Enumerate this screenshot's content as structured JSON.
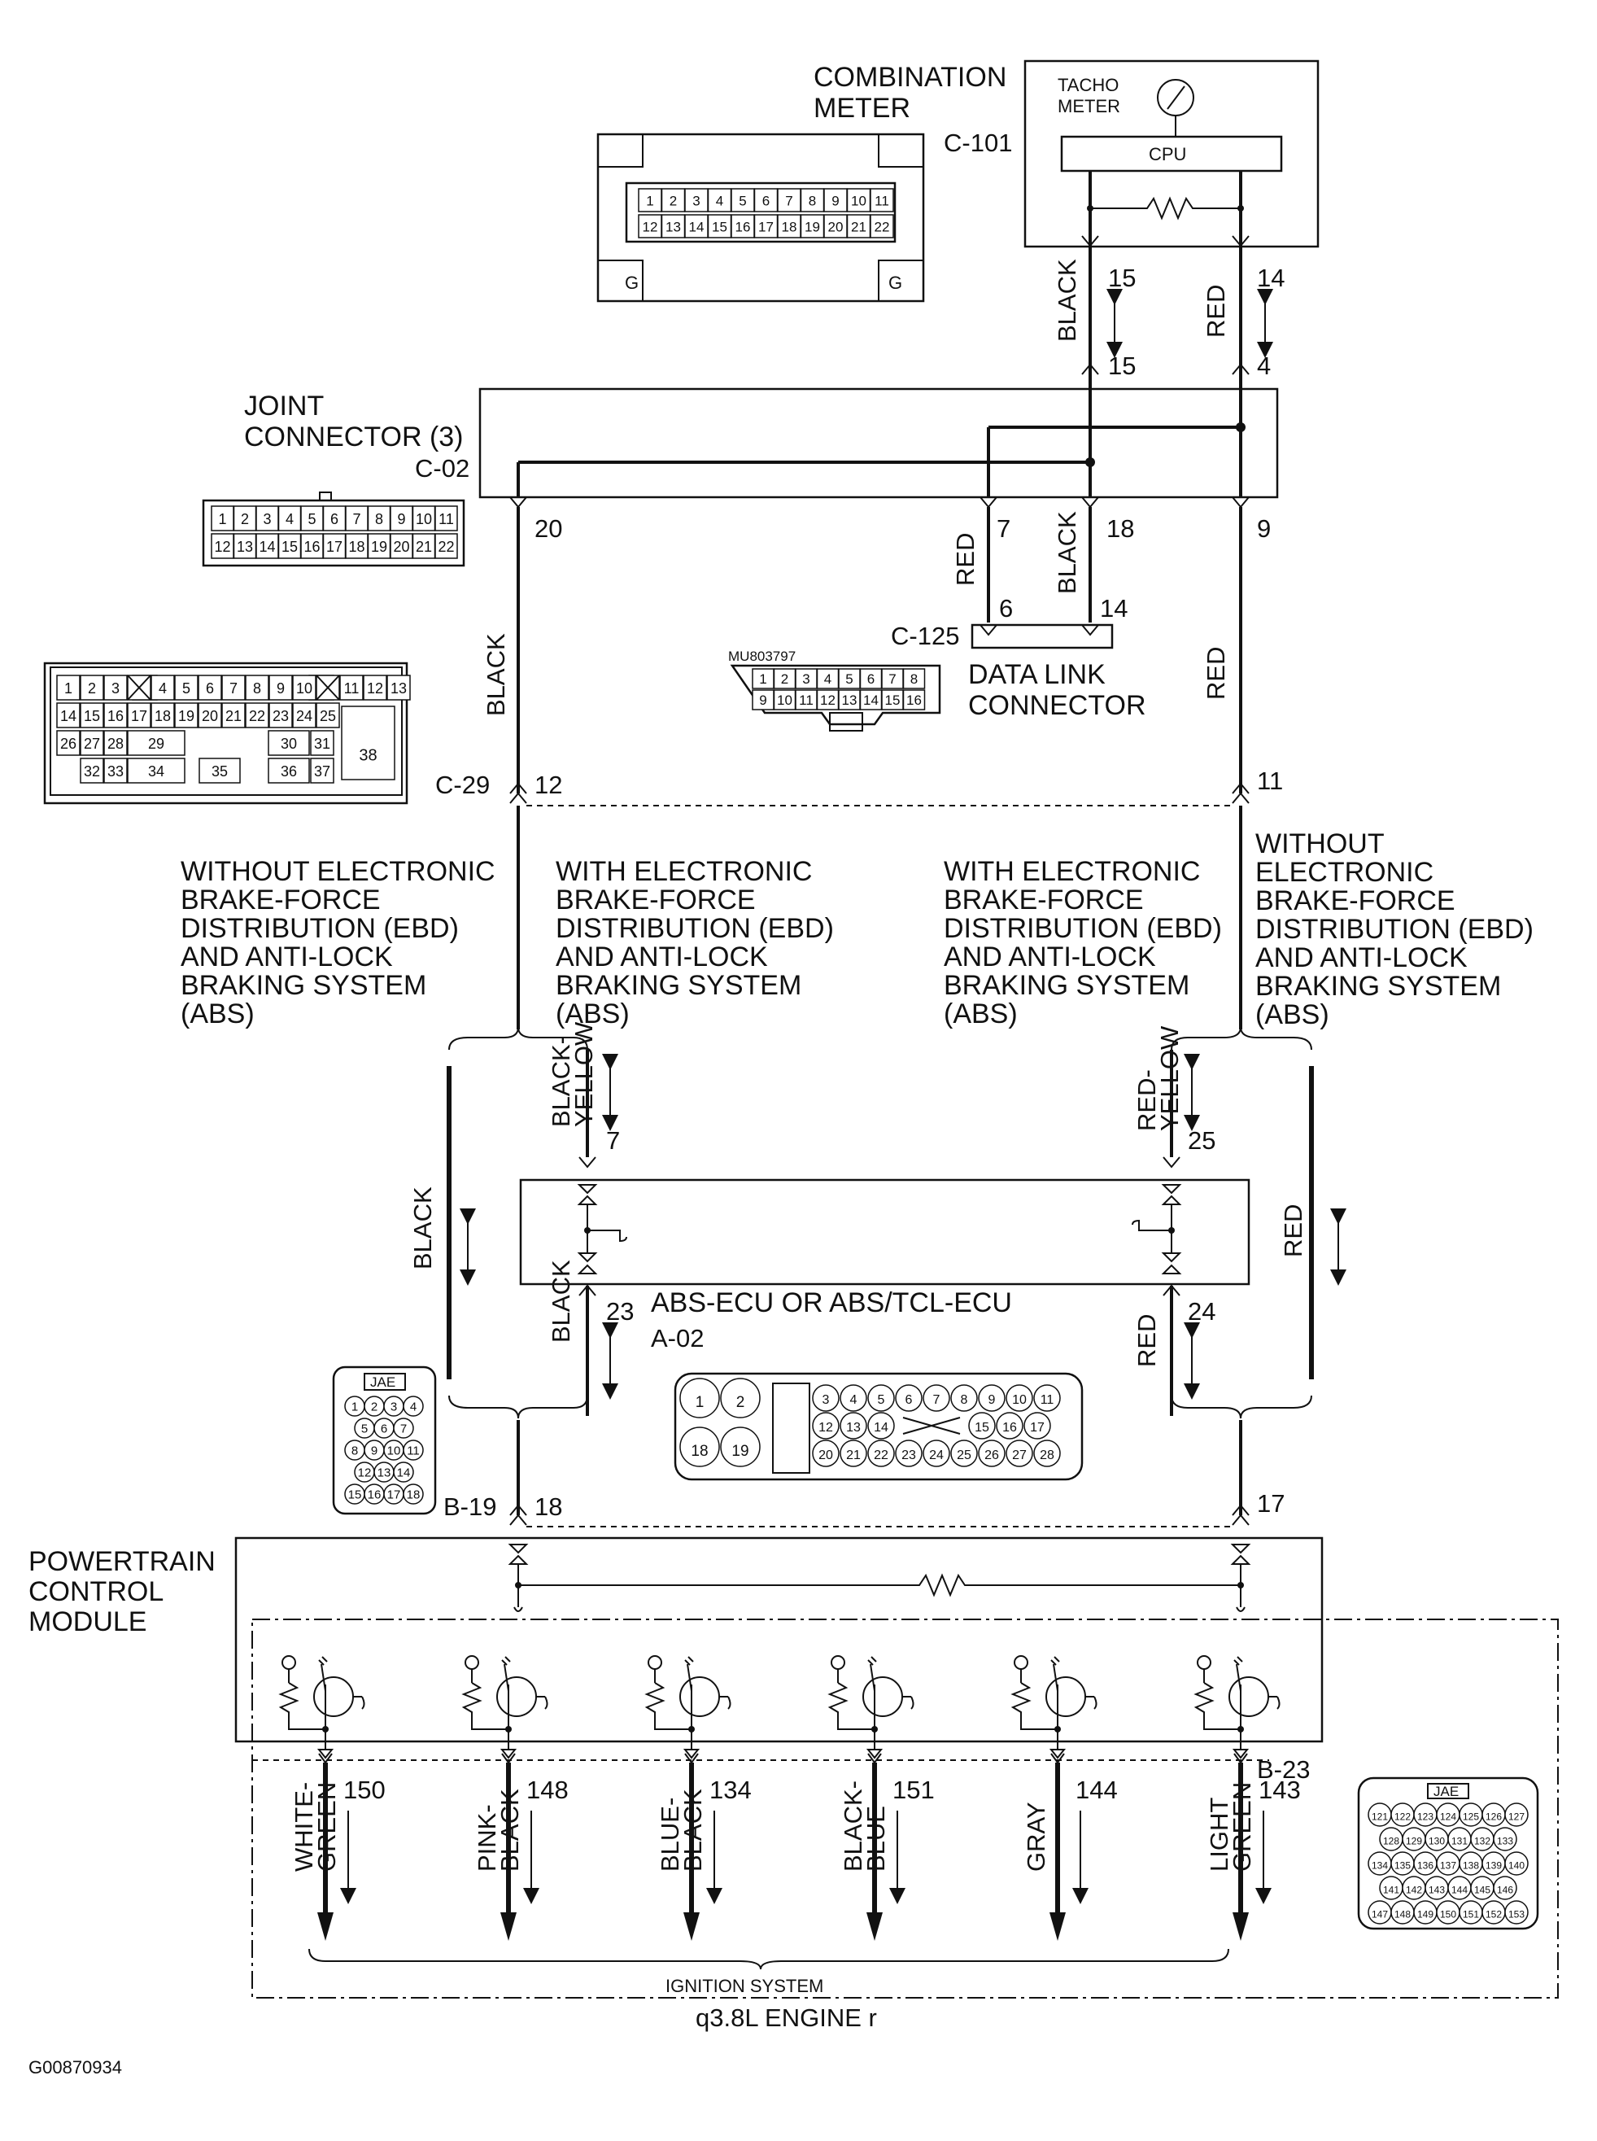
{
  "combination_meter": {
    "title_line1": "COMBINATION",
    "title_line2": "METER",
    "connector": "C-101",
    "tacho_line1": "TACHO",
    "tacho_line2": "METER",
    "cpu": "CPU",
    "pins_top": [
      "1",
      "2",
      "3",
      "4",
      "5",
      "6",
      "7",
      "8",
      "9",
      "10",
      "11"
    ],
    "pins_bottom": [
      "12",
      "13",
      "14",
      "15",
      "16",
      "17",
      "18",
      "19",
      "20",
      "21",
      "22"
    ],
    "ground_mark": "G"
  },
  "meter_wires": {
    "left_color": "BLACK",
    "left_top_pin": "15",
    "left_bottom_pin": "15",
    "right_color": "RED",
    "right_top_pin": "14",
    "right_bottom_pin": "4"
  },
  "joint_connector": {
    "title_line1": "JOINT",
    "title_line2": "CONNECTOR (3)",
    "connector": "C-02",
    "pins_top": [
      "1",
      "2",
      "3",
      "4",
      "5",
      "6",
      "7",
      "8",
      "9",
      "10",
      "11"
    ],
    "pins_bottom": [
      "12",
      "13",
      "14",
      "15",
      "16",
      "17",
      "18",
      "19",
      "20",
      "21",
      "22"
    ],
    "out_pin_left": "20",
    "out_pin_mid_red": "7",
    "out_pin_mid_black": "18",
    "out_pin_right": "9"
  },
  "data_link_connector": {
    "part_number": "MU803797",
    "connector": "C-125",
    "label_line1": "DATA LINK",
    "label_line2": "CONNECTOR",
    "wire_red": "RED",
    "wire_black": "BLACK",
    "pin_red": "6",
    "pin_black": "14",
    "pins_top": [
      "1",
      "2",
      "3",
      "4",
      "5",
      "6",
      "7",
      "8"
    ],
    "pins_bottom": [
      "9",
      "10",
      "11",
      "12",
      "13",
      "14",
      "15",
      "16"
    ]
  },
  "c29": {
    "connector": "C-29",
    "pin_left": "12",
    "pin_right": "11",
    "wire_left": "BLACK",
    "wire_right": "RED",
    "grid_row1": [
      "1",
      "2",
      "3",
      "4",
      "5",
      "6",
      "7",
      "8",
      "9",
      "10",
      "11",
      "12",
      "13"
    ],
    "grid_row2": [
      "14",
      "15",
      "16",
      "17",
      "18",
      "19",
      "20",
      "21",
      "22",
      "23",
      "24",
      "25"
    ],
    "grid_row3": [
      "26",
      "27",
      "28",
      "29",
      "30",
      "31"
    ],
    "grid_row4": [
      "32",
      "33",
      "34",
      "35",
      "36",
      "37"
    ],
    "big_pin": "38"
  },
  "branch_labels": {
    "without_left": [
      "WITHOUT ELECTRONIC",
      "BRAKE-FORCE",
      "DISTRIBUTION (EBD)",
      "AND ANTI-LOCK",
      "BRAKING SYSTEM",
      "(ABS)"
    ],
    "with_left": [
      "WITH ELECTRONIC",
      "BRAKE-FORCE",
      "DISTRIBUTION (EBD)",
      "AND ANTI-LOCK",
      "BRAKING SYSTEM",
      "(ABS)"
    ],
    "with_right": [
      "WITH ELECTRONIC",
      "BRAKE-FORCE",
      "DISTRIBUTION (EBD)",
      "AND ANTI-LOCK",
      "BRAKING SYSTEM",
      "(ABS)"
    ],
    "without_right": [
      "WITHOUT",
      "ELECTRONIC",
      "BRAKE-FORCE",
      "DISTRIBUTION (EBD)",
      "AND ANTI-LOCK",
      "BRAKING SYSTEM",
      "(ABS)"
    ]
  },
  "abs_ecu": {
    "label": "ABS-ECU OR ABS/TCL-ECU",
    "connector": "A-02",
    "left_in_color_1": "BLACK-",
    "left_in_color_2": "YELLOW",
    "left_in_pin": "7",
    "left_out_color": "BLACK",
    "left_out_pin": "23",
    "right_in_color_1": "RED-",
    "right_in_color_2": "YELLOW",
    "right_in_pin": "25",
    "right_out_color": "RED",
    "right_out_pin": "24",
    "bypass_left": "BLACK",
    "bypass_right": "RED",
    "big_pins": [
      "1",
      "2",
      "18",
      "19"
    ],
    "row1": [
      "3",
      "4",
      "5",
      "6",
      "7",
      "8",
      "9",
      "10",
      "11"
    ],
    "row2": [
      "12",
      "13",
      "14",
      "15",
      "16",
      "17"
    ],
    "row3": [
      "20",
      "21",
      "22",
      "23",
      "24",
      "25",
      "26",
      "27",
      "28"
    ]
  },
  "b19": {
    "connector": "B-19",
    "tag": "JAE",
    "pin_left": "18",
    "pin_right": "17",
    "rows": [
      [
        "1",
        "2",
        "3",
        "4"
      ],
      [
        "5",
        "6",
        "7"
      ],
      [
        "8",
        "9",
        "10",
        "11"
      ],
      [
        "12",
        "13",
        "14"
      ],
      [
        "15",
        "16",
        "17",
        "18"
      ]
    ]
  },
  "pcm": {
    "label_line1": "POWERTRAIN",
    "label_line2": "CONTROL",
    "label_line3": "MODULE"
  },
  "ignition": {
    "outputs": [
      {
        "color_line1": "WHITE-",
        "color_line2": "GREEN",
        "pin": "150"
      },
      {
        "color_line1": "PINK-",
        "color_line2": "BLACK",
        "pin": "148"
      },
      {
        "color_line1": "BLUE-",
        "color_line2": "BLACK",
        "pin": "134"
      },
      {
        "color_line1": "BLACK-",
        "color_line2": "BLUE",
        "pin": "151"
      },
      {
        "color_line1": "GRAY",
        "color_line2": "",
        "pin": "144"
      },
      {
        "color_line1": "LIGHT",
        "color_line2": "GREEN",
        "pin": "143"
      }
    ],
    "connector": "B-23",
    "tag": "JAE",
    "system_label": "IGNITION SYSTEM",
    "engine_label": "q3.8L ENGINE  r",
    "b23_rows": [
      [
        "121",
        "122",
        "123",
        "124",
        "125",
        "126",
        "127"
      ],
      [
        "128",
        "129",
        "130",
        "131",
        "132",
        "133"
      ],
      [
        "134",
        "135",
        "136",
        "137",
        "138",
        "139",
        "140"
      ],
      [
        "141",
        "142",
        "143",
        "144",
        "145",
        "146"
      ],
      [
        "147",
        "148",
        "149",
        "150",
        "151",
        "152",
        "153"
      ]
    ]
  },
  "figure_id": "G00870934"
}
